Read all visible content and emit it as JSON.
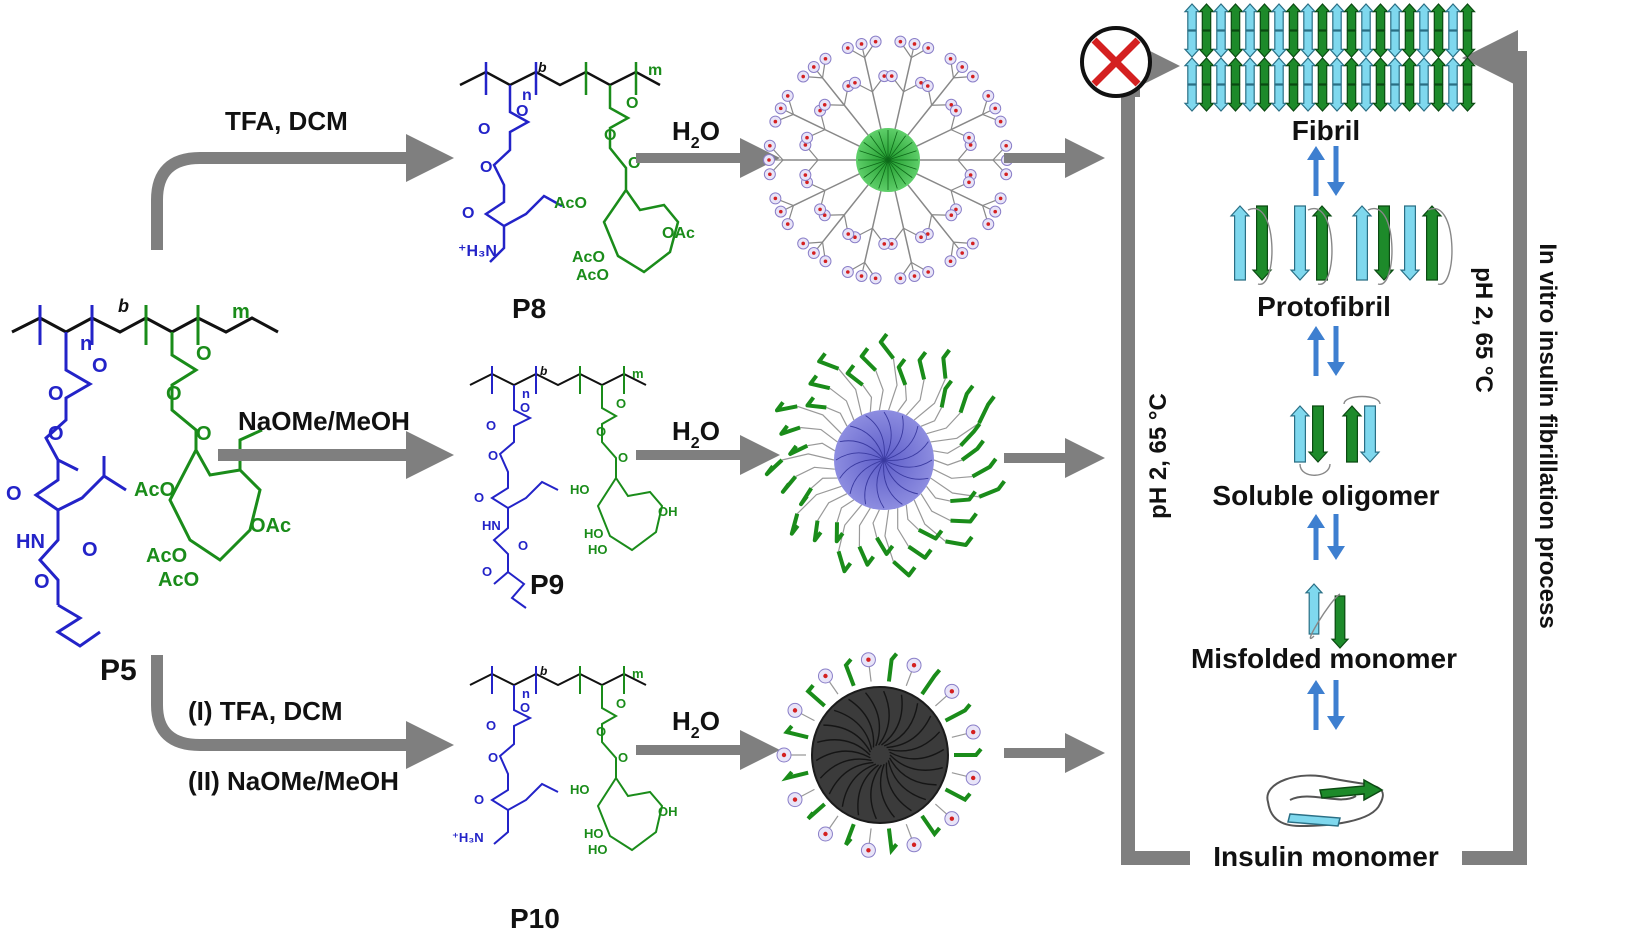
{
  "reagents": {
    "route1": "TFA, DCM",
    "route2": "NaOMe/MeOH",
    "route3a": "(I) TFA, DCM",
    "route3b": "(II) NaOMe/MeOH"
  },
  "water": {
    "h": "H",
    "sub": "2",
    "o": "O"
  },
  "polymers": {
    "p5": "P5",
    "p8": "P8",
    "p9": "P9",
    "p10": "P10"
  },
  "chem_labels": {
    "n": "n",
    "m": "m",
    "b": "b",
    "o": "O",
    "hn": "HN",
    "h3n": "⁺H₃N",
    "aco": "AcO",
    "oac": "OAc",
    "ho": "HO",
    "oh": "OH"
  },
  "fibrillation": {
    "stages": [
      "Fibril",
      "Protofibril",
      "Soluble oligomer",
      "Misfolded monomer",
      "Insulin monomer"
    ],
    "condition_left": "pH 2, 65 °C",
    "condition_right": "pH 2, 65 °C",
    "process_label": "In vitro insulin fibrillation process"
  },
  "colors": {
    "arrow_gray": "#7f7f7f",
    "polymer_blue": "#2323c8",
    "sugar_green": "#1a8c1a",
    "strand_cyan": "#7fd8ee",
    "strand_green": "#1d8a2a",
    "exchange_arrow": "#3e7fd0",
    "inhibit_red": "#d42020"
  },
  "icons": {
    "inhibit": "inhibit-x-icon",
    "micelle1": "cationic-micelle-icon",
    "micelle2": "glycan-micelle-icon",
    "micelle3": "dark-core-micelle-icon"
  }
}
